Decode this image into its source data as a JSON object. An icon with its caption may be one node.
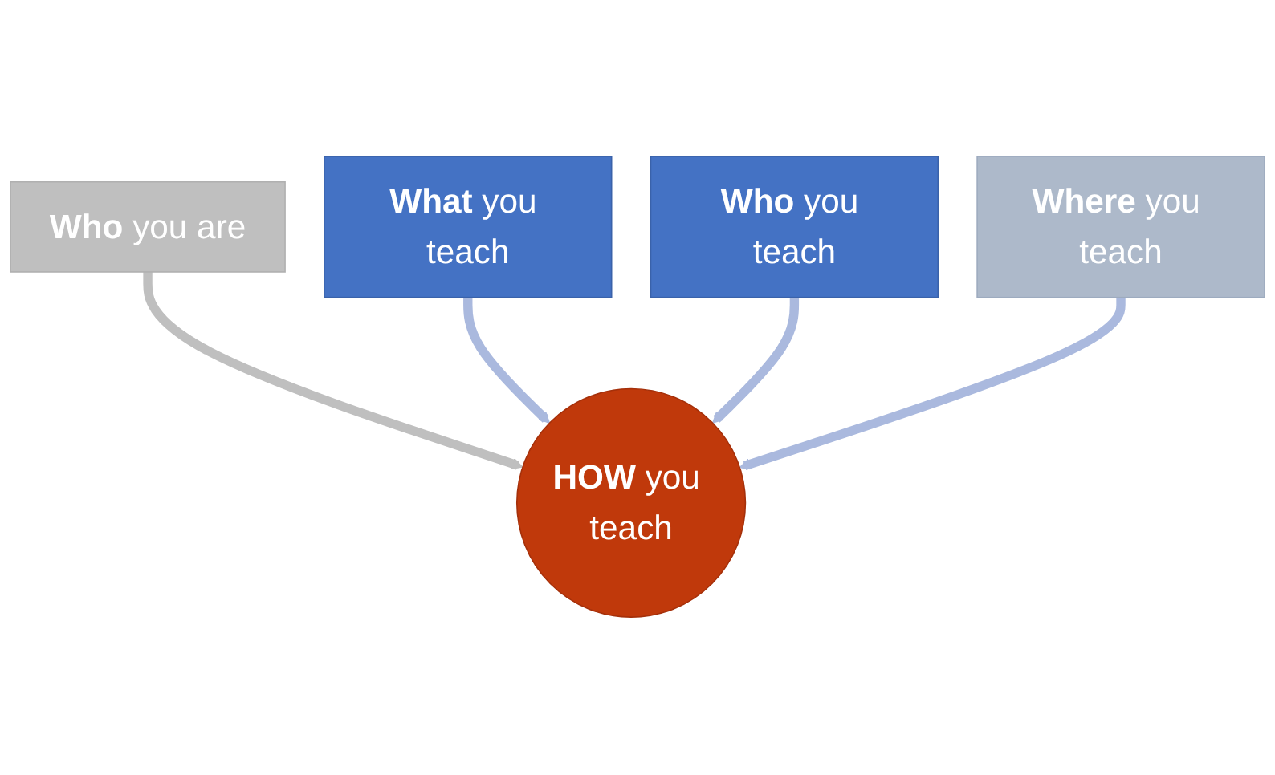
{
  "diagram": {
    "nodes": [
      {
        "text": [
          "**What** you teach"
        ]
      },
      {
        "text": [
          "**Who** you teach"
        ]
      },
      {
        "text": [
          "**Who** you are"
        ]
      },
      {
        "text": [
          "**Where** you teach"
        ]
      },
      {
        "text": [
          "**HOW** you teach"
        ]
      }
    ],
    "edges": [
      {
        "from": 2,
        "to": 4,
        "arrow": "to",
        "color": "#bfbfbf"
      },
      {
        "from": 0,
        "to": 4,
        "arrow": "to"
      },
      {
        "from": 1,
        "to": 4,
        "arrow": "to"
      },
      {
        "from": 3,
        "to": 4,
        "arrow": "to"
      }
    ]
  }
}
